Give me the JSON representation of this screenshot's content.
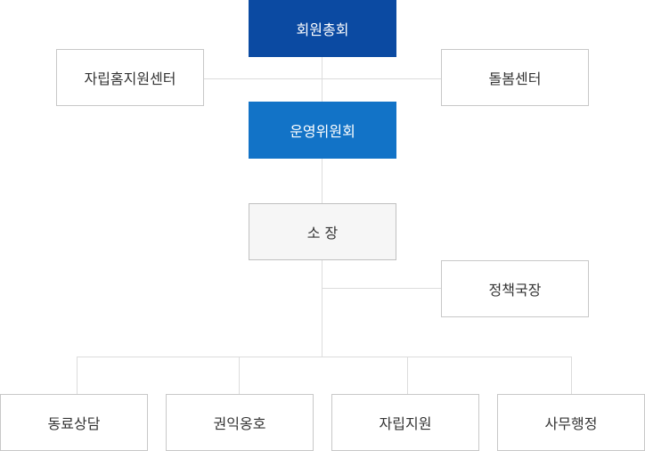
{
  "org": {
    "general_assembly": "회원총회",
    "left_branch": "자립홈지원센터",
    "right_branch": "돌봄센터",
    "steering_committee": "운영위원회",
    "director": "소 장",
    "policy_director": "정책국장",
    "departments": [
      "동료상담",
      "권익옹호",
      "자립지원",
      "사무행정"
    ]
  },
  "colors": {
    "assembly": "#0b4aa2",
    "committee": "#1273c7",
    "director_bg": "#f6f6f6",
    "lines": "#dcdcdc"
  }
}
